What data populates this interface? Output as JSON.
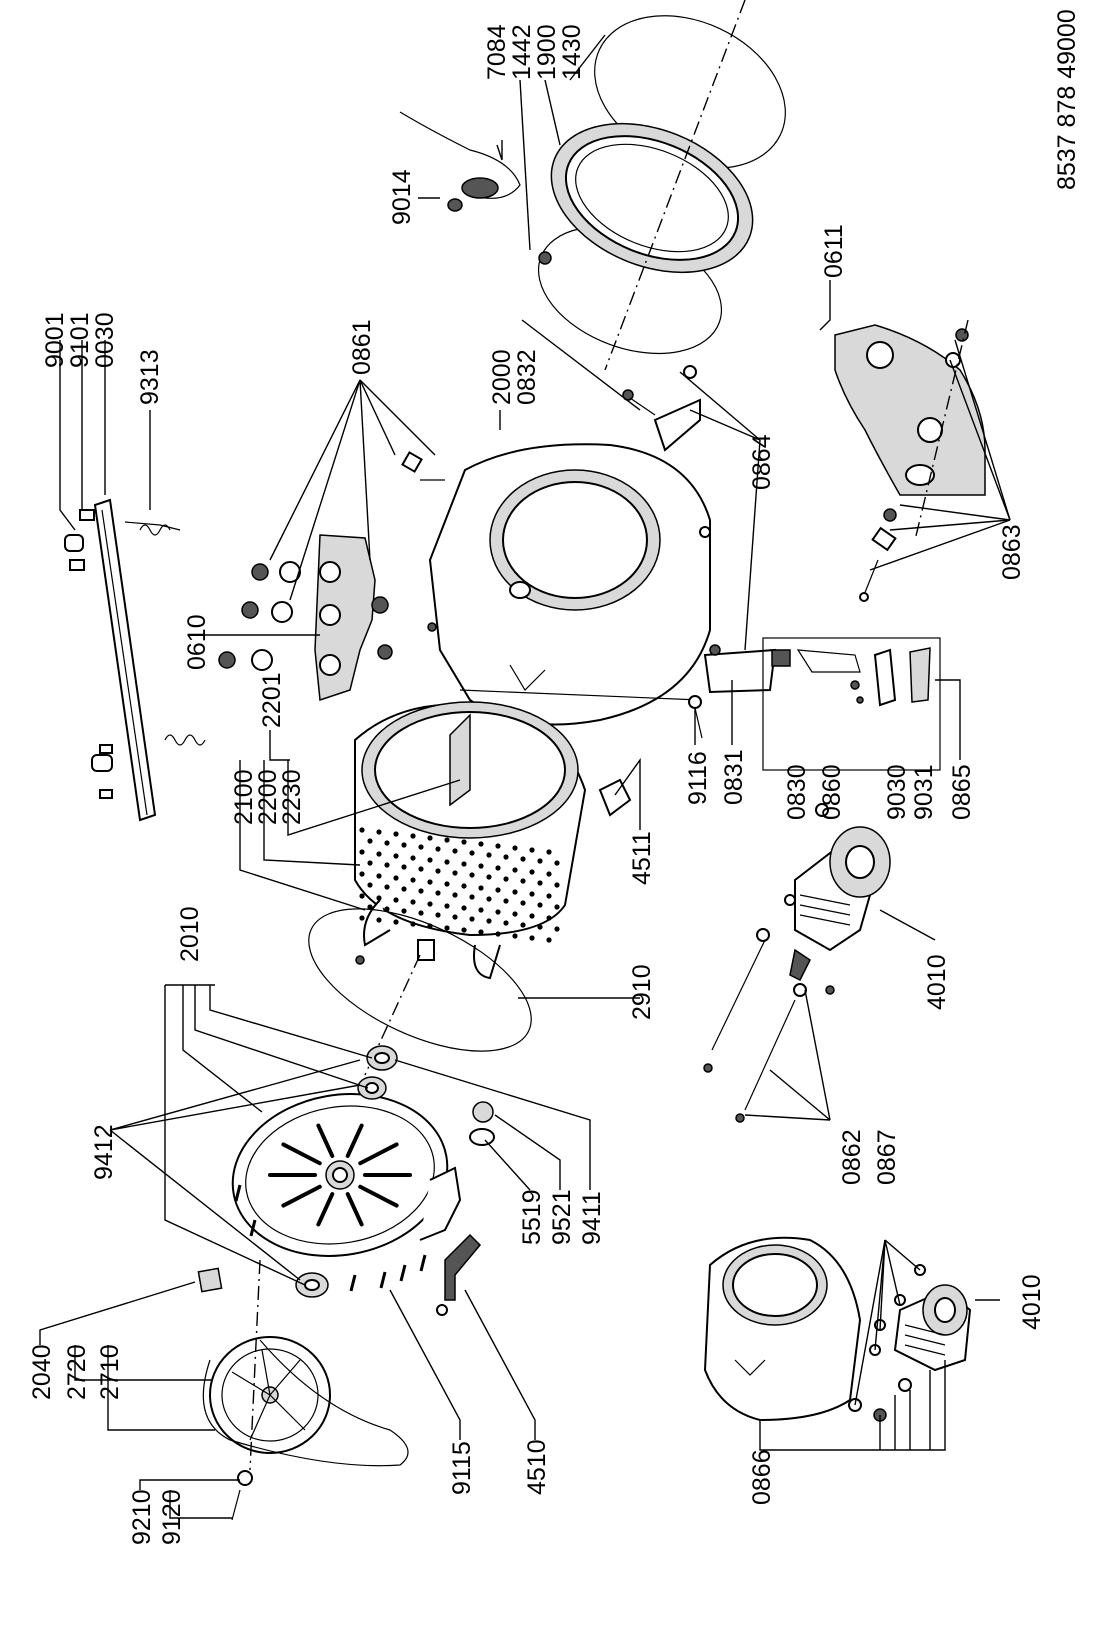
{
  "document_number": "8537 878 49000",
  "labels": {
    "l7084": "7084",
    "l1442": "1442",
    "l1900": "1900",
    "l1430": "1430",
    "l9014": "9014",
    "l9001": "9001",
    "l9101": "9101",
    "l0030": "0030",
    "l9313": "9313",
    "l0861": "0861",
    "l2000": "2000",
    "l0832": "0832",
    "l0611": "0611",
    "l0864": "0864",
    "l0863": "0863",
    "l0610": "0610",
    "l2201": "2201",
    "l2100": "2100",
    "l2200": "2200",
    "l2230": "2230",
    "l9116": "9116",
    "l0831": "0831",
    "l0830": "0830",
    "l0860": "0860",
    "l9030": "9030",
    "l9031": "9031",
    "l0865": "0865",
    "l4511": "4511",
    "l2010": "2010",
    "l2910": "2910",
    "l4010a": "4010",
    "l9412": "9412",
    "l5519": "5519",
    "l9521": "9521",
    "l9411": "9411",
    "l0862": "0862",
    "l0867": "0867",
    "l2040": "2040",
    "l2720": "2720",
    "l2710": "2710",
    "l9210": "9210",
    "l9120": "9120",
    "l9115": "9115",
    "l4510": "4510",
    "l0866": "0866",
    "l4010b": "4010"
  }
}
